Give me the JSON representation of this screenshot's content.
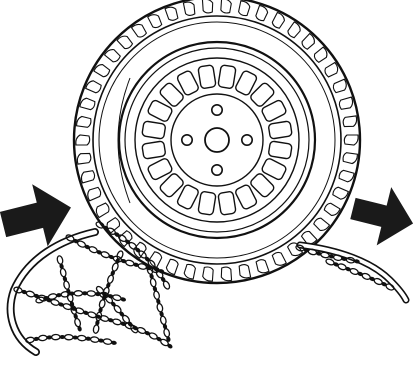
{
  "illustration": {
    "subject": "wheel-with-snow-chains",
    "icons": [
      "tire-icon",
      "rim-icon",
      "snow-chain-icon",
      "arrow-right-icon"
    ],
    "colors": {
      "ink": "#111111",
      "paper": "#ffffff",
      "arrow_fill": "#1a1a1a"
    },
    "rim": {
      "slot_count": 20,
      "lug_count": 4
    }
  }
}
